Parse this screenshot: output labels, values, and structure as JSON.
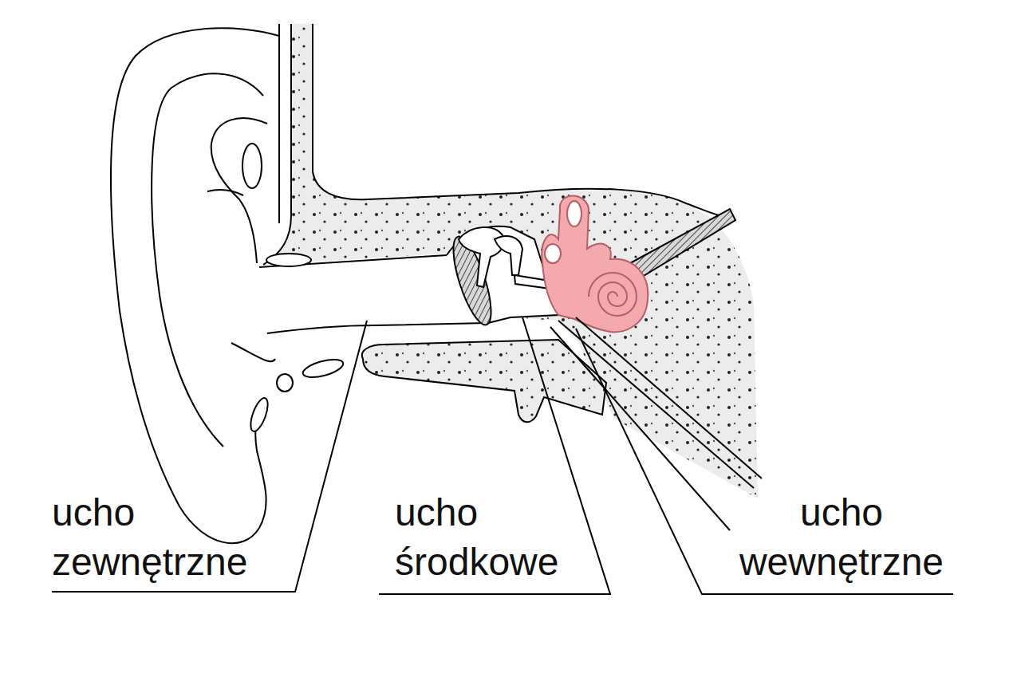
{
  "diagram": {
    "labels": [
      "ucho zewnętrzne",
      "ucho środkowe",
      "ucho wewnętrzne"
    ]
  }
}
